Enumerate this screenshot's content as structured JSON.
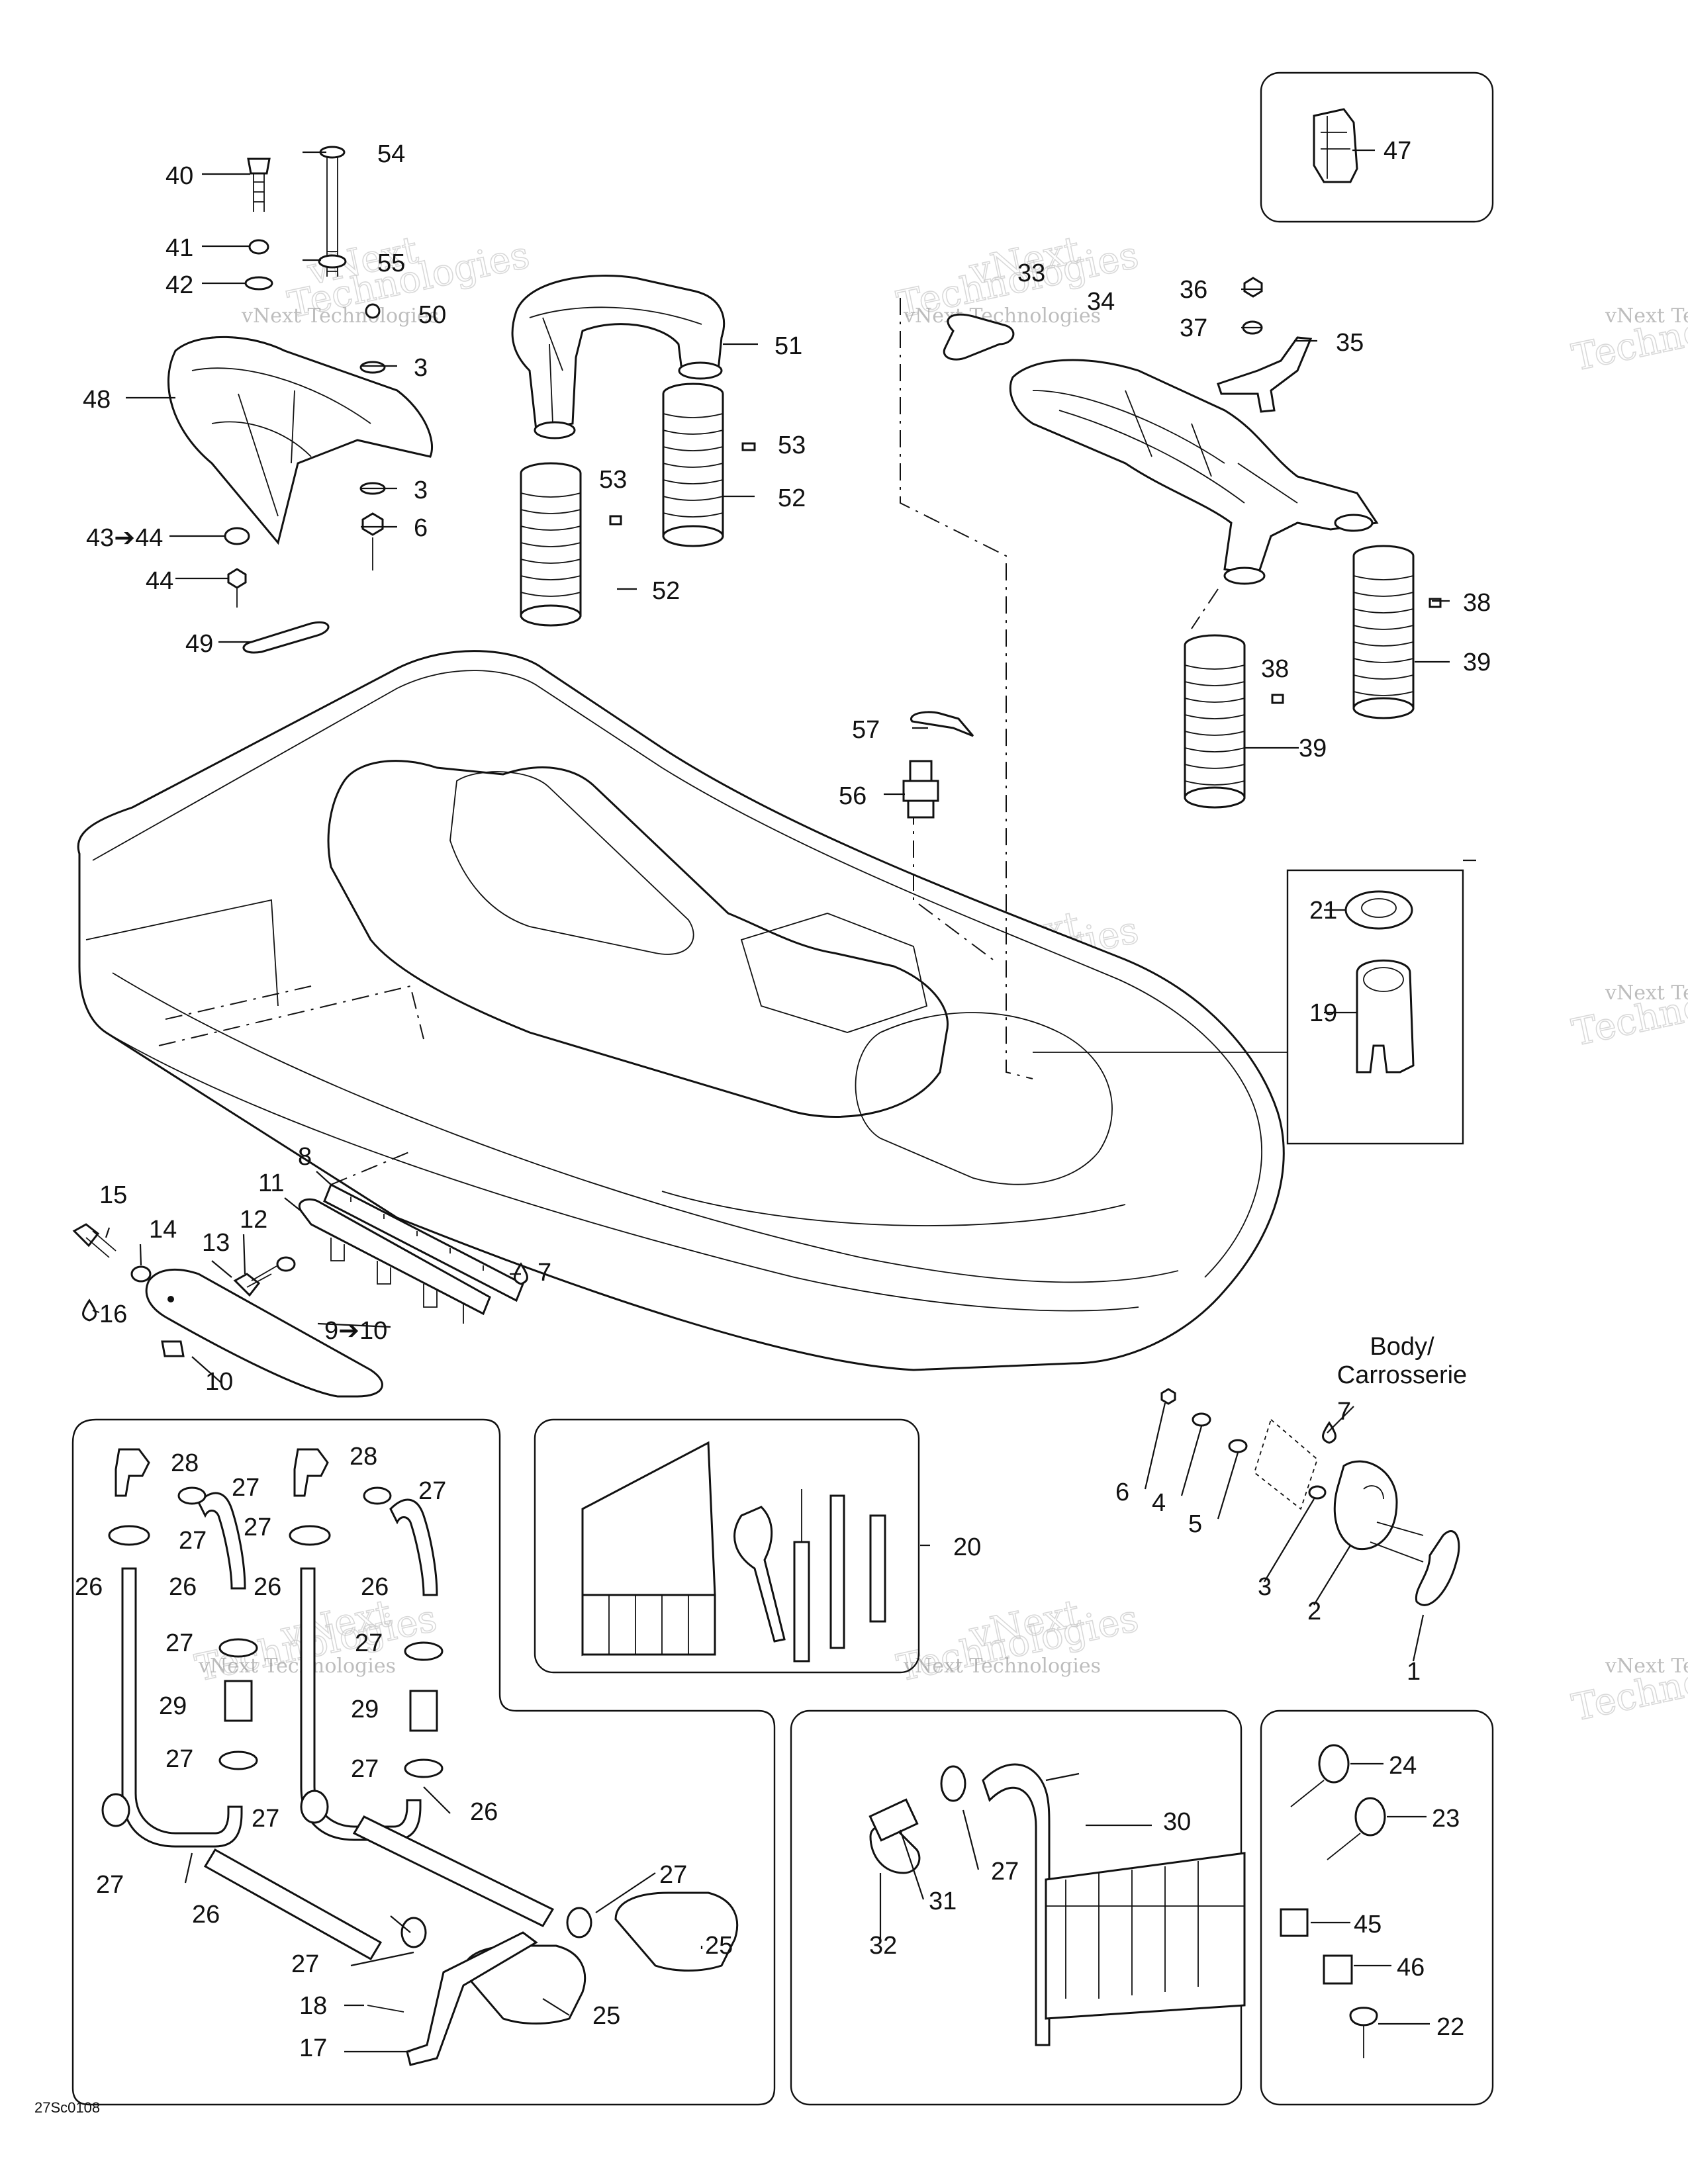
{
  "callouts": [
    {
      "id": "c40",
      "text": "40"
    },
    {
      "id": "c54",
      "text": "54"
    },
    {
      "id": "c41",
      "text": "41"
    },
    {
      "id": "c55",
      "text": "55"
    },
    {
      "id": "c42",
      "text": "42"
    },
    {
      "id": "c50",
      "text": "50"
    },
    {
      "id": "c3a",
      "text": "3"
    },
    {
      "id": "c48",
      "text": "48"
    },
    {
      "id": "c3b",
      "text": "3"
    },
    {
      "id": "c6a",
      "text": "6"
    },
    {
      "id": "c43",
      "text": "43➔44"
    },
    {
      "id": "c44",
      "text": "44"
    },
    {
      "id": "c49",
      "text": "49"
    },
    {
      "id": "c51",
      "text": "51"
    },
    {
      "id": "c53a",
      "text": "53"
    },
    {
      "id": "c53b",
      "text": "53"
    },
    {
      "id": "c52a",
      "text": "52"
    },
    {
      "id": "c52b",
      "text": "52"
    },
    {
      "id": "c33",
      "text": "33"
    },
    {
      "id": "c34",
      "text": "34"
    },
    {
      "id": "c36",
      "text": "36"
    },
    {
      "id": "c37",
      "text": "37"
    },
    {
      "id": "c35",
      "text": "35"
    },
    {
      "id": "c38a",
      "text": "38"
    },
    {
      "id": "c39a",
      "text": "39"
    },
    {
      "id": "c38b",
      "text": "38"
    },
    {
      "id": "c39b",
      "text": "39"
    },
    {
      "id": "c47",
      "text": "47"
    },
    {
      "id": "c57",
      "text": "57"
    },
    {
      "id": "c56",
      "text": "56"
    },
    {
      "id": "c21",
      "text": "21"
    },
    {
      "id": "c19",
      "text": "19"
    },
    {
      "id": "c8",
      "text": "8"
    },
    {
      "id": "c11",
      "text": "11"
    },
    {
      "id": "c15",
      "text": "15"
    },
    {
      "id": "c14",
      "text": "14"
    },
    {
      "id": "c12",
      "text": "12"
    },
    {
      "id": "c13",
      "text": "13"
    },
    {
      "id": "c7a",
      "text": "7"
    },
    {
      "id": "c16",
      "text": "16"
    },
    {
      "id": "c910",
      "text": "9➔10"
    },
    {
      "id": "c10",
      "text": "10"
    },
    {
      "id": "c7b",
      "text": "7"
    },
    {
      "id": "c6b",
      "text": "6"
    },
    {
      "id": "c4",
      "text": "4"
    },
    {
      "id": "c5",
      "text": "5"
    },
    {
      "id": "c3c",
      "text": "3"
    },
    {
      "id": "c2",
      "text": "2"
    },
    {
      "id": "c1",
      "text": "1"
    },
    {
      "id": "c28a",
      "text": "28"
    },
    {
      "id": "c28b",
      "text": "28"
    },
    {
      "id": "c27a",
      "text": "27"
    },
    {
      "id": "c27b",
      "text": "27"
    },
    {
      "id": "c27c",
      "text": "27"
    },
    {
      "id": "c27d",
      "text": "27"
    },
    {
      "id": "c26a",
      "text": "26"
    },
    {
      "id": "c26b",
      "text": "26"
    },
    {
      "id": "c26c",
      "text": "26"
    },
    {
      "id": "c26d",
      "text": "26"
    },
    {
      "id": "c27e",
      "text": "27"
    },
    {
      "id": "c27f",
      "text": "27"
    },
    {
      "id": "c29a",
      "text": "29"
    },
    {
      "id": "c29b",
      "text": "29"
    },
    {
      "id": "c27g",
      "text": "27"
    },
    {
      "id": "c27h",
      "text": "27"
    },
    {
      "id": "c27i",
      "text": "27"
    },
    {
      "id": "c26e",
      "text": "26"
    },
    {
      "id": "c27j",
      "text": "27"
    },
    {
      "id": "c26f",
      "text": "26"
    },
    {
      "id": "c27k",
      "text": "27"
    },
    {
      "id": "c27l",
      "text": "27"
    },
    {
      "id": "c25a",
      "text": "25"
    },
    {
      "id": "c18",
      "text": "18"
    },
    {
      "id": "c25b",
      "text": "25"
    },
    {
      "id": "c17",
      "text": "17"
    },
    {
      "id": "c20",
      "text": "20"
    },
    {
      "id": "c30",
      "text": "30"
    },
    {
      "id": "c27m",
      "text": "27"
    },
    {
      "id": "c31",
      "text": "31"
    },
    {
      "id": "c32",
      "text": "32"
    },
    {
      "id": "c24",
      "text": "24"
    },
    {
      "id": "c23",
      "text": "23"
    },
    {
      "id": "c45",
      "text": "45"
    },
    {
      "id": "c46",
      "text": "46"
    },
    {
      "id": "c22",
      "text": "22"
    }
  ],
  "body_label": {
    "line1": "Body/",
    "line2": "Carrosserie"
  },
  "figure_code": "27Sc0108",
  "watermark": {
    "line1": "vNext Technologies",
    "line2": "Technologies",
    "line3": "vNext"
  }
}
